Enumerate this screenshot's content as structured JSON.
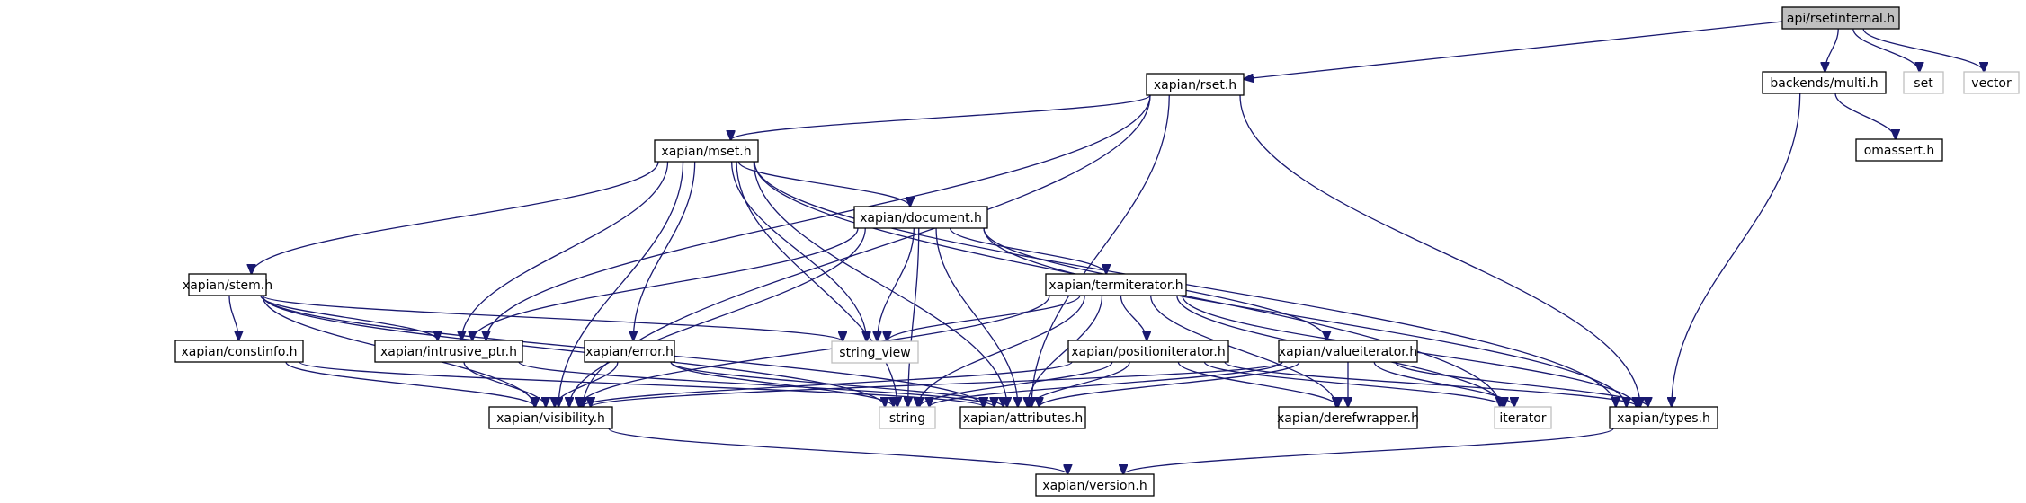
{
  "graph": {
    "title": "Include dependency graph for api/rsetinternal.h",
    "edge_color": "#191970",
    "node_border_color": "#000000",
    "external_border_color": "#bfbfbf",
    "root_fill_color": "#bfbfbf",
    "nodes": [
      {
        "id": "rsetinternal",
        "label": "api/rsetinternal.h",
        "kind": "root"
      },
      {
        "id": "rset",
        "label": "xapian/rset.h",
        "kind": "normal"
      },
      {
        "id": "multi",
        "label": "backends/multi.h",
        "kind": "normal"
      },
      {
        "id": "set",
        "label": "set",
        "kind": "external"
      },
      {
        "id": "vector",
        "label": "vector",
        "kind": "external"
      },
      {
        "id": "omassert",
        "label": "omassert.h",
        "kind": "normal"
      },
      {
        "id": "mset",
        "label": "xapian/mset.h",
        "kind": "normal"
      },
      {
        "id": "document",
        "label": "xapian/document.h",
        "kind": "normal"
      },
      {
        "id": "stem",
        "label": "xapian/stem.h",
        "kind": "normal"
      },
      {
        "id": "termiterator",
        "label": "xapian/termiterator.h",
        "kind": "normal"
      },
      {
        "id": "constinfo",
        "label": "xapian/constinfo.h",
        "kind": "normal"
      },
      {
        "id": "intrusive_ptr",
        "label": "xapian/intrusive_ptr.h",
        "kind": "normal"
      },
      {
        "id": "error",
        "label": "xapian/error.h",
        "kind": "normal"
      },
      {
        "id": "string_view",
        "label": "string_view",
        "kind": "external"
      },
      {
        "id": "positioniterator",
        "label": "xapian/positioniterator.h",
        "kind": "normal"
      },
      {
        "id": "valueiterator",
        "label": "xapian/valueiterator.h",
        "kind": "normal"
      },
      {
        "id": "visibility",
        "label": "xapian/visibility.h",
        "kind": "normal"
      },
      {
        "id": "string",
        "label": "string",
        "kind": "external"
      },
      {
        "id": "attributes",
        "label": "xapian/attributes.h",
        "kind": "normal"
      },
      {
        "id": "derefwrapper",
        "label": "xapian/derefwrapper.h",
        "kind": "normal"
      },
      {
        "id": "iterator",
        "label": "iterator",
        "kind": "external"
      },
      {
        "id": "types",
        "label": "xapian/types.h",
        "kind": "normal"
      },
      {
        "id": "version",
        "label": "xapian/version.h",
        "kind": "normal"
      }
    ],
    "edges": [
      [
        "rsetinternal",
        "rset"
      ],
      [
        "rsetinternal",
        "multi"
      ],
      [
        "rsetinternal",
        "set"
      ],
      [
        "rsetinternal",
        "vector"
      ],
      [
        "multi",
        "omassert"
      ],
      [
        "multi",
        "types"
      ],
      [
        "rset",
        "mset"
      ],
      [
        "rset",
        "intrusive_ptr"
      ],
      [
        "rset",
        "visibility"
      ],
      [
        "rset",
        "attributes"
      ],
      [
        "rset",
        "types"
      ],
      [
        "mset",
        "document"
      ],
      [
        "mset",
        "stem"
      ],
      [
        "mset",
        "intrusive_ptr"
      ],
      [
        "mset",
        "error"
      ],
      [
        "mset",
        "string_view"
      ],
      [
        "mset",
        "visibility"
      ],
      [
        "mset",
        "string"
      ],
      [
        "mset",
        "attributes"
      ],
      [
        "mset",
        "iterator"
      ],
      [
        "mset",
        "types"
      ],
      [
        "document",
        "termiterator"
      ],
      [
        "document",
        "valueiterator"
      ],
      [
        "document",
        "intrusive_ptr"
      ],
      [
        "document",
        "string_view"
      ],
      [
        "document",
        "visibility"
      ],
      [
        "document",
        "string"
      ],
      [
        "document",
        "attributes"
      ],
      [
        "document",
        "types"
      ],
      [
        "stem",
        "constinfo"
      ],
      [
        "stem",
        "intrusive_ptr"
      ],
      [
        "stem",
        "string_view"
      ],
      [
        "stem",
        "visibility"
      ],
      [
        "stem",
        "string"
      ],
      [
        "stem",
        "attributes"
      ],
      [
        "termiterator",
        "positioniterator"
      ],
      [
        "termiterator",
        "string_view"
      ],
      [
        "termiterator",
        "visibility"
      ],
      [
        "termiterator",
        "string"
      ],
      [
        "termiterator",
        "attributes"
      ],
      [
        "termiterator",
        "derefwrapper"
      ],
      [
        "termiterator",
        "iterator"
      ],
      [
        "termiterator",
        "types"
      ],
      [
        "constinfo",
        "visibility"
      ],
      [
        "constinfo",
        "attributes"
      ],
      [
        "intrusive_ptr",
        "visibility"
      ],
      [
        "intrusive_ptr",
        "attributes"
      ],
      [
        "error",
        "visibility"
      ],
      [
        "error",
        "string"
      ],
      [
        "error",
        "attributes"
      ],
      [
        "positioniterator",
        "visibility"
      ],
      [
        "positioniterator",
        "string"
      ],
      [
        "positioniterator",
        "attributes"
      ],
      [
        "positioniterator",
        "derefwrapper"
      ],
      [
        "positioniterator",
        "iterator"
      ],
      [
        "positioniterator",
        "types"
      ],
      [
        "valueiterator",
        "visibility"
      ],
      [
        "valueiterator",
        "string"
      ],
      [
        "valueiterator",
        "attributes"
      ],
      [
        "valueiterator",
        "derefwrapper"
      ],
      [
        "valueiterator",
        "iterator"
      ],
      [
        "valueiterator",
        "types"
      ],
      [
        "visibility",
        "version"
      ],
      [
        "types",
        "version"
      ]
    ]
  }
}
